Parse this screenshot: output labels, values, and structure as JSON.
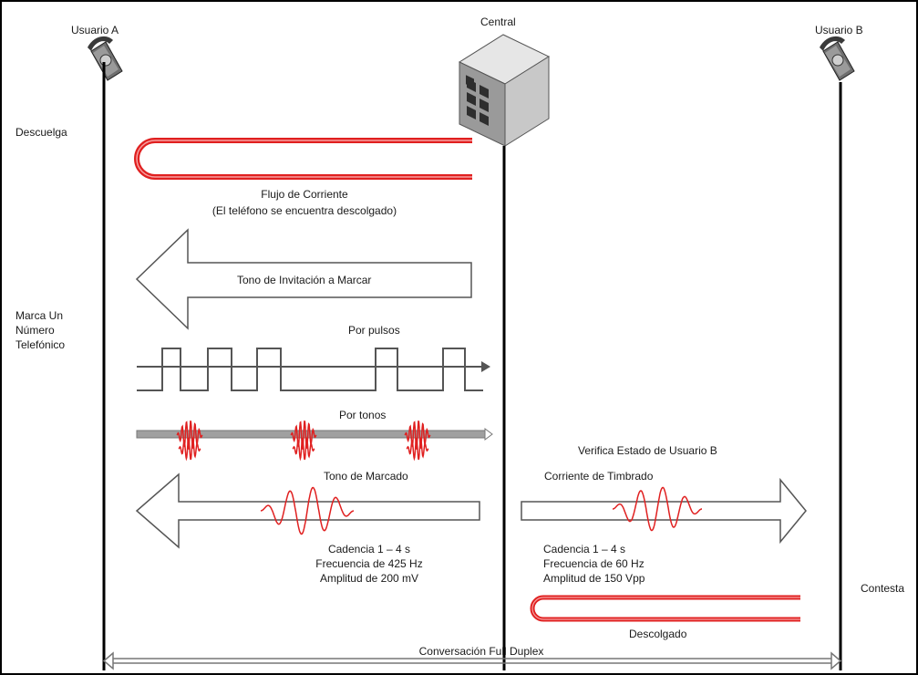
{
  "participants": {
    "user_a": "Usuario A",
    "central": "Central",
    "user_b": "Usuario B"
  },
  "events": {
    "descuelga": "Descuelga",
    "marca_numero": "Marca Un\nNúmero\nTelefónico",
    "contesta": "Contesta"
  },
  "messages": {
    "flujo_corriente": "Flujo de Corriente",
    "flujo_corriente_note": "(El teléfono se encuentra descolgado)",
    "tono_invitacion": "Tono de Invitación a Marcar",
    "por_pulsos": "Por pulsos",
    "por_tonos": "Por tonos",
    "verifica_estado": "Verifica Estado de Usuario B",
    "tono_marcado": "Tono de Marcado",
    "corriente_timbrado": "Corriente de Timbrado",
    "tono_marcado_params": "Cadencia 1 – 4 s\nFrecuencia de 425 Hz\nAmplitud de 200 mV",
    "timbrado_params": "Cadencia 1 – 4 s\nFrecuencia de 60 Hz\nAmplitud de 150 Vpp",
    "descolgado": "Descolgado",
    "conversacion": "Conversación Full Duplex"
  },
  "colors": {
    "signal_red": "#e02020",
    "lifeline": "#000000",
    "arrow_outline": "#555555",
    "bar_gray": "#a0a0a0"
  }
}
